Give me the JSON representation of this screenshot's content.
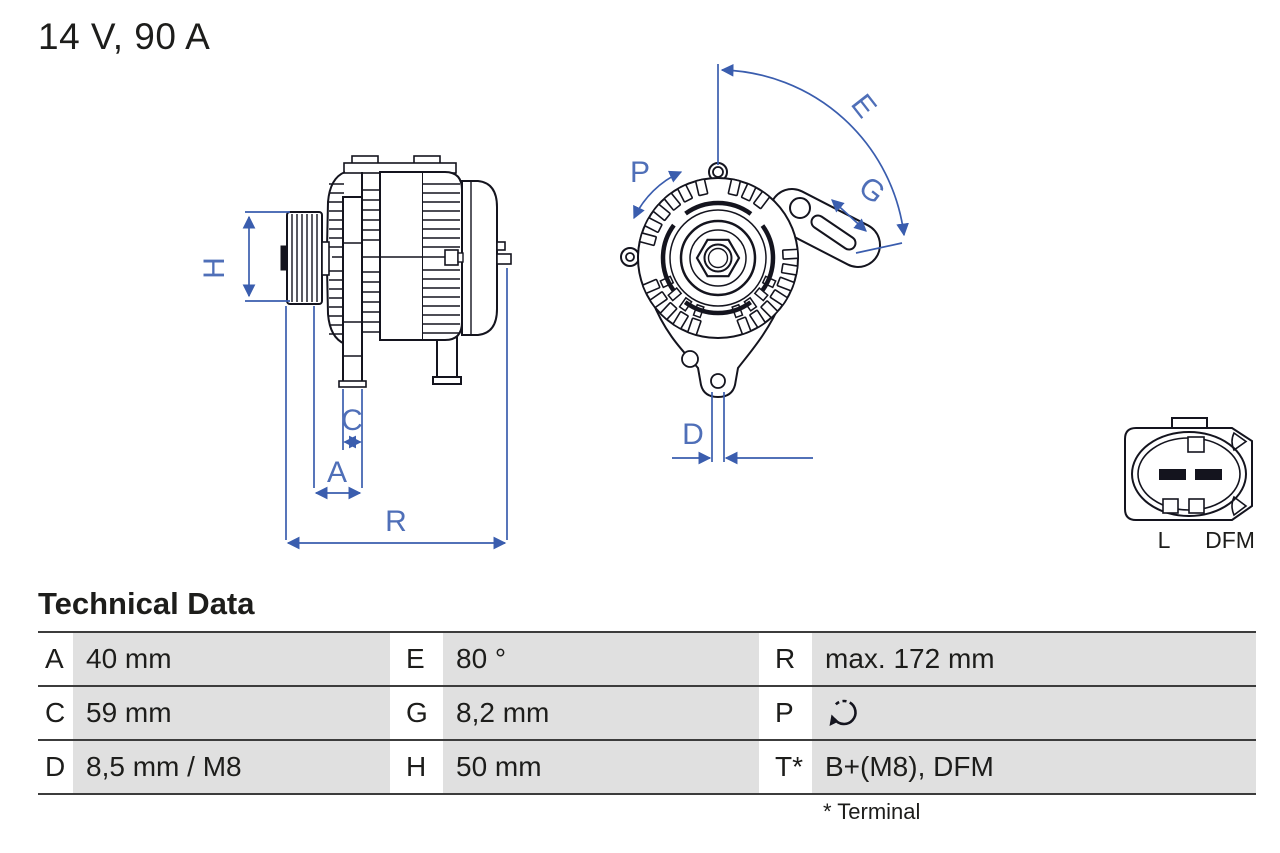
{
  "title": "14 V, 90 A",
  "section_title": "Technical Data",
  "footnote": "* Terminal",
  "table": {
    "rows": [
      [
        {
          "key": "A",
          "value": "40 mm"
        },
        {
          "key": "E",
          "value": "80 °"
        },
        {
          "key": "R",
          "value": "max. 172 mm"
        }
      ],
      [
        {
          "key": "C",
          "value": "59 mm"
        },
        {
          "key": "G",
          "value": "8,2 mm"
        },
        {
          "key": "P",
          "value": ""
        }
      ],
      [
        {
          "key": "D",
          "value": "8,5 mm / M8"
        },
        {
          "key": "H",
          "value": "50 mm"
        },
        {
          "key": "T*",
          "value": "B+(M8), DFM"
        }
      ]
    ],
    "p_icon": "clockwise-rotation-arrow-icon"
  },
  "dimensions": {
    "side": [
      "H",
      "C",
      "A",
      "R"
    ],
    "front": [
      "P",
      "E",
      "G",
      "D"
    ]
  },
  "connector": {
    "labels": [
      "L",
      "DFM"
    ]
  },
  "colors": {
    "dimension_blue": "#3a5dae",
    "drawing_line": "#14141e",
    "table_cell_gray": "#e0e0e0",
    "table_rule_gray": "#3c3c3c",
    "text": "#1d1d1b"
  }
}
